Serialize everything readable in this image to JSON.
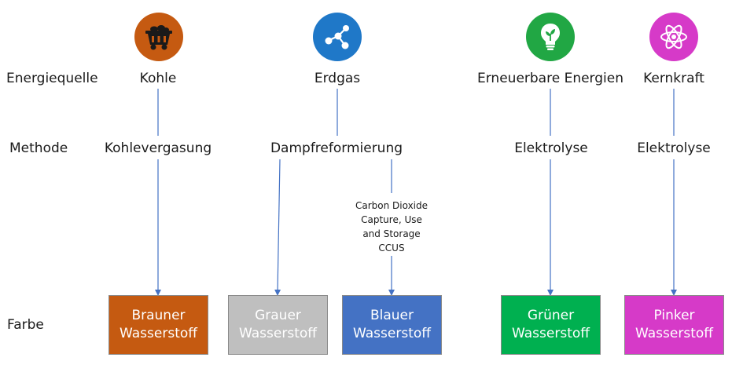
{
  "row_labels": {
    "source": "Energiequelle",
    "method": "Methode",
    "color": "Farbe"
  },
  "sources": {
    "coal": {
      "label": "Kohle",
      "icon": "coal-cart-icon",
      "color": "#C55A11"
    },
    "gas": {
      "label": "Erdgas",
      "icon": "molecule-icon",
      "color": "#1F78C8"
    },
    "renewable": {
      "label": "Erneuerbare Energien",
      "icon": "eco-lightbulb-icon",
      "color": "#21A744"
    },
    "nuclear": {
      "label": "Kernkraft",
      "icon": "atom-icon",
      "color": "#D63AC8"
    }
  },
  "methods": {
    "coal": "Kohlevergasung",
    "gas": "Dampfreformierung",
    "renewable": "Elektrolyse",
    "nuclear": "Elektrolyse"
  },
  "ccus": {
    "line1": "Carbon Dioxide",
    "line2": "Capture, Use",
    "line3": "and Storage",
    "line4": "CCUS"
  },
  "hydrogen": {
    "brown": {
      "line1": "Brauner",
      "line2": "Wasserstoff",
      "color": "#C55A11"
    },
    "grey": {
      "line1": "Grauer",
      "line2": "Wasserstoff",
      "color": "#BFBFBF"
    },
    "blue": {
      "line1": "Blauer",
      "line2": "Wasserstoff",
      "color": "#4472C4"
    },
    "green": {
      "line1": "Grüner",
      "line2": "Wasserstoff",
      "color": "#00B050"
    },
    "pink": {
      "line1": "Pinker",
      "line2": "Wasserstoff",
      "color": "#D63AC8"
    }
  },
  "line_color": "#4472C4"
}
